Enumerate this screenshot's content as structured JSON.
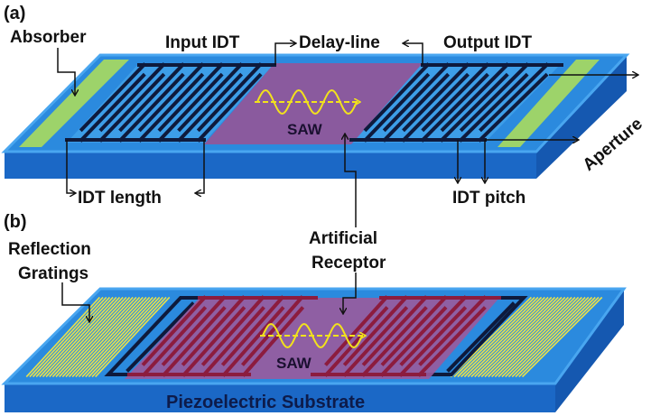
{
  "panels": {
    "a": {
      "label": "(a)",
      "absorber": "Absorber",
      "input_idt": "Input IDT",
      "delay_line": "Delay-line",
      "output_idt": "Output IDT",
      "aperture": "Aperture",
      "idt_length": "IDT length",
      "idt_pitch": "IDT pitch",
      "saw": "SAW"
    },
    "b": {
      "label": "(b)",
      "reflection_line1": "Reflection",
      "reflection_line2": "Gratings",
      "receptor_line1": "Artificial",
      "receptor_line2": "Receptor",
      "saw": "SAW",
      "substrate": "Piezoelectric Substrate"
    }
  },
  "colors": {
    "substrate_top": "#2b8ade",
    "substrate_edge": "#49a6f0",
    "substrate_front": "#1b68c6",
    "substrate_side": "#1558b0",
    "absorber": "#9dd36a",
    "delay_line": "#8a5a9e",
    "electrode": "#0e1a3c",
    "receptor_electrode": "#8c1c3e",
    "grating": "#e8e04a",
    "wave": "#f2e21c"
  }
}
